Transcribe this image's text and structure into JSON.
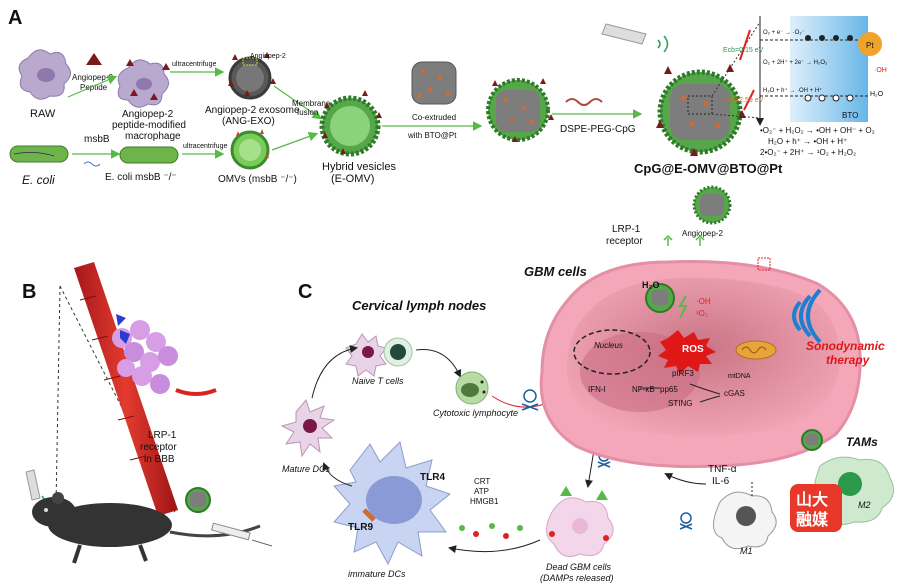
{
  "panels": {
    "a": "A",
    "b": "B",
    "c": "C"
  },
  "a": {
    "raw": "RAW",
    "angiopep_peptide": [
      "Angiopep-2",
      "Peptide"
    ],
    "ultracentrifuge": "ultracentrifuge",
    "angiopep_top": "Angiopep-2",
    "macrophage": [
      "Angiopep-2",
      "peptide-modified",
      "macrophage"
    ],
    "exosome": [
      "Angiopep-2 exosome",
      "(ANG-EXO)"
    ],
    "membrane_fusion": [
      "Membrane",
      "fusion"
    ],
    "ecoli": "E. coli",
    "msbb": "msbB",
    "ecoli_msbb": "E. coli msbB ⁻/⁻",
    "ultracentrifuge2": "ultracentrifuge",
    "omvs": "OMVs (msbB ⁻/⁻)",
    "hybrid": [
      "Hybrid vesicles",
      "(E-OMV)"
    ],
    "coextruded": [
      "Co-extruded",
      "with BTO@Pt"
    ],
    "dspe": "DSPE-PEG-CpG",
    "product": "CpG@E-OMV@BTO@Pt",
    "ecb": "Ecb=0.15 eV",
    "evb": "Evb=2.59 eV",
    "bto": "BTO",
    "pt": "Pt",
    "band_cb": "O₂ + e⁻ → ·O₂⁻",
    "band_mid": "O₂ + 2H⁺ + 2e⁻ → H₂O₂",
    "band_vb": "H₂O + h⁺ → ·OH + H⁺",
    "oh": "·OH",
    "h2o": "H₂O",
    "reactions": [
      "•O₂⁻ + H₂O₂ → •OH + OH⁻ + O₂",
      "H₂O + h⁺ → •OH + H⁺",
      "2•O₂⁻ + 2H⁺ → ¹O₂ + H₂O₂"
    ]
  },
  "b": {
    "lrp1": [
      "LRP-1",
      "receptor",
      "in BBB"
    ]
  },
  "c": {
    "lrp1": [
      "LRP-1",
      "receptor"
    ],
    "angiopep": "Angiopep-2",
    "gbm_cells": "GBM cells",
    "h2o": "H₂O",
    "oh": "·OH",
    "o2": "¹O₂",
    "ros": "ROS",
    "nucleus": "Nucleus",
    "pirf3": "pIRF3",
    "mtdna": "mtDNA",
    "ifn": "IFN-I",
    "nfkb": "NF-κB",
    "pp65": "pp65",
    "sting": "STING",
    "cgas": "cGAS",
    "sdt": [
      "Sonodynamic",
      "therapy"
    ],
    "lymph": "Cervical lymph nodes",
    "naive": "Naive T cells",
    "cytotoxic": "Cytotoxic lymphocyte",
    "mature": "Mature DCs",
    "immature": "immature DCs",
    "tlr4": "TLR4",
    "tlr9": "TLR9",
    "damps": [
      "CRT",
      "ATP",
      "HMGB1"
    ],
    "dead": [
      "Dead GBM cells",
      "(DAMPs released)"
    ],
    "cytokines": [
      "TNF-α",
      "IL-6"
    ],
    "tams": "TAMs",
    "m1": "M1",
    "m2": "M2",
    "logo": [
      "山大",
      "融媒"
    ]
  },
  "colors": {
    "arrow_green": "#58b848",
    "vessel_red": "#d42a22",
    "gbm_pink": "#e98aa3",
    "ros_red": "#e01717",
    "sdt_blue": "#1d7fd1",
    "logo_bg": "#e7382a"
  },
  "icons": [
    "bacterium-icon",
    "macrophage-icon",
    "exosome-icon",
    "vesicle-icon",
    "nanoparticle-icon",
    "ultrasound-probe-icon",
    "mouse-icon",
    "syringe-icon",
    "skull-icon",
    "dendritic-cell-icon",
    "t-cell-icon",
    "lightning-icon"
  ]
}
